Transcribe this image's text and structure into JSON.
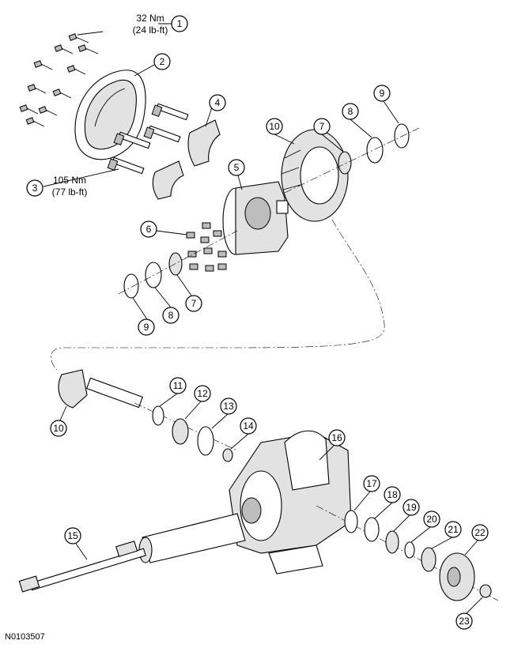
{
  "figure_id": "N0103507",
  "torque_specs": {
    "item_1": {
      "metric": "32 Nm",
      "imperial": "(24 lb-ft)"
    },
    "item_3": {
      "metric": "105 Nm",
      "imperial": "(77 lb-ft)"
    }
  },
  "callouts": {
    "c1": "1",
    "c2": "2",
    "c3": "3",
    "c4": "4",
    "c5": "5",
    "c6": "6",
    "c7a": "7",
    "c7b": "7",
    "c8a": "8",
    "c8b": "8",
    "c9a": "9",
    "c9b": "9",
    "c10a": "10",
    "c10b": "10",
    "c11": "11",
    "c12": "12",
    "c13": "13",
    "c14": "14",
    "c15": "15",
    "c16": "16",
    "c17": "17",
    "c18": "18",
    "c19": "19",
    "c20": "20",
    "c21": "21",
    "c22": "22",
    "c23": "23"
  }
}
